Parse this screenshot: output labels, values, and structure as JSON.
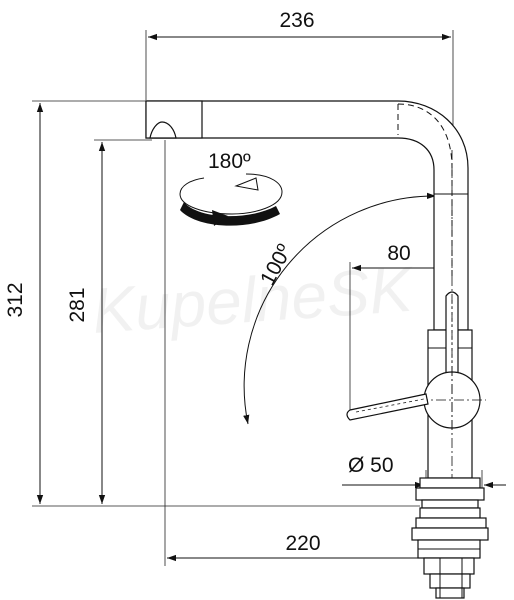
{
  "dimensions": {
    "width_top": "236",
    "height_total": "312",
    "height_spout": "281",
    "swivel_angle": "180º",
    "lever_angle": "100º",
    "lever_offset": "80",
    "diameter": "Ø 50",
    "reach": "220"
  },
  "watermark": "KupelneSK",
  "colors": {
    "ink": "#111111",
    "background": "#ffffff"
  }
}
